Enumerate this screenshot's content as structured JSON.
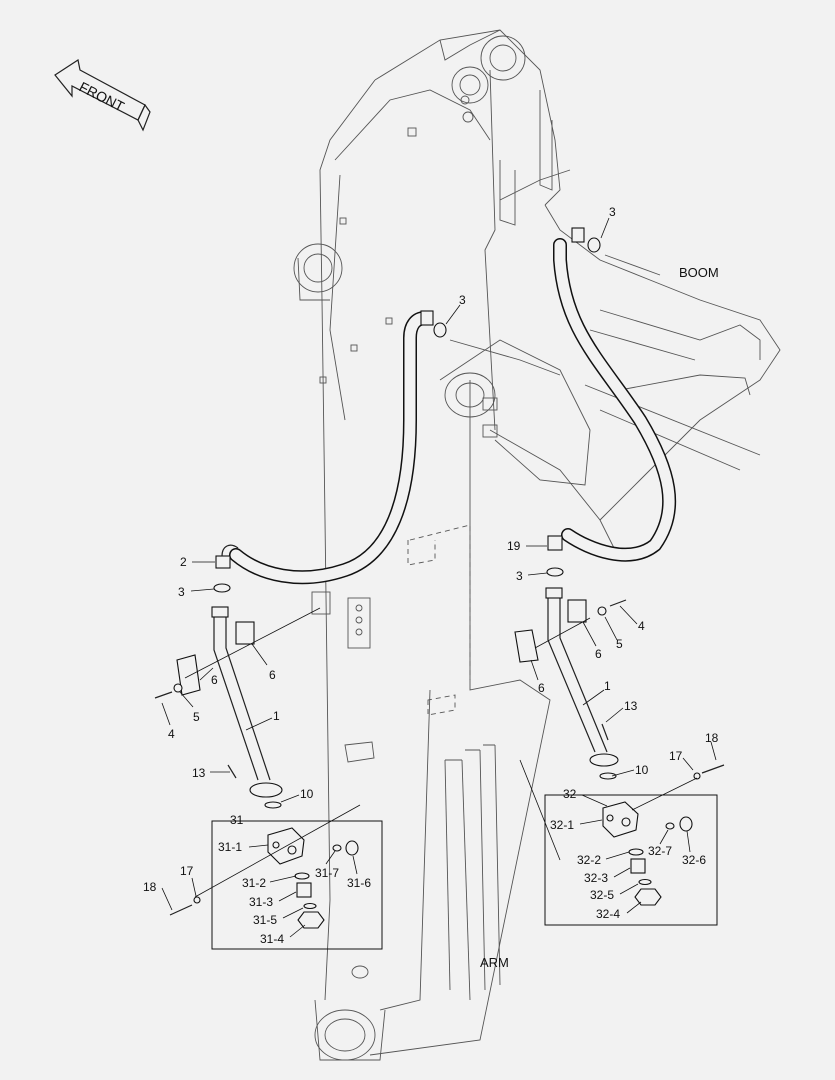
{
  "diagram": {
    "direction_label": "FRONT",
    "section_labels": {
      "boom": "BOOM",
      "arm": "ARM"
    },
    "callouts": [
      "3",
      "3",
      "2",
      "3",
      "19",
      "3",
      "6",
      "6",
      "5",
      "4",
      "1",
      "13",
      "10",
      "6",
      "6",
      "5",
      "4",
      "1",
      "13",
      "17",
      "18",
      "10",
      "31",
      "31-1",
      "31-7",
      "31-6",
      "31-2",
      "31-3",
      "31-5",
      "31-4",
      "17",
      "18",
      "32",
      "32-1",
      "32-7",
      "32-6",
      "32-2",
      "32-3",
      "32-5",
      "32-4"
    ]
  }
}
